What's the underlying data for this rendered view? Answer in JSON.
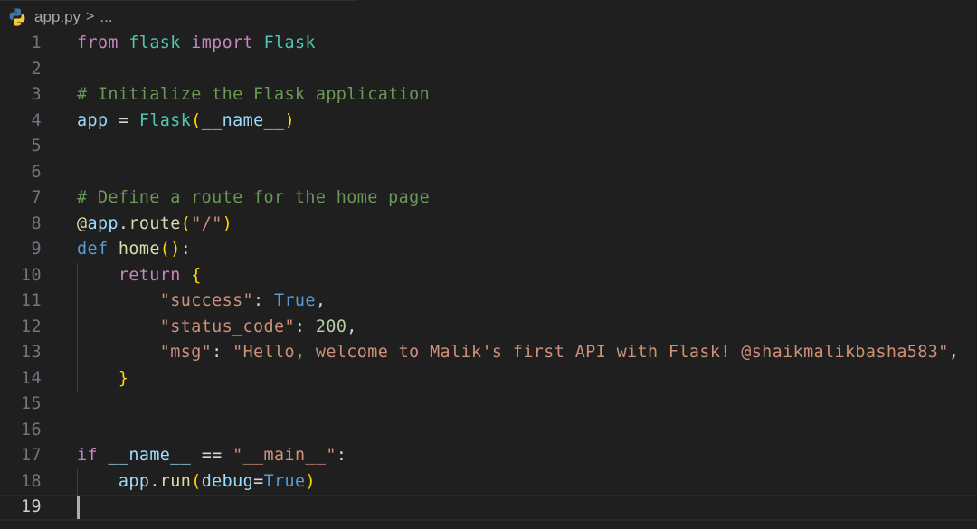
{
  "breadcrumb": {
    "file_icon": "python-icon",
    "filename": "app.py",
    "separator": ">",
    "more": "..."
  },
  "editor": {
    "current_line": 19,
    "lines": [
      {
        "n": "1",
        "tokens": [
          {
            "t": "from",
            "c": "kw-ctrl"
          },
          {
            "t": " ",
            "c": "op"
          },
          {
            "t": "flask",
            "c": "mod"
          },
          {
            "t": " ",
            "c": "op"
          },
          {
            "t": "import",
            "c": "kw-ctrl"
          },
          {
            "t": " ",
            "c": "op"
          },
          {
            "t": "Flask",
            "c": "cls"
          }
        ]
      },
      {
        "n": "2",
        "tokens": []
      },
      {
        "n": "3",
        "tokens": [
          {
            "t": "# Initialize the Flask application",
            "c": "cmt"
          }
        ]
      },
      {
        "n": "4",
        "tokens": [
          {
            "t": "app",
            "c": "var"
          },
          {
            "t": " = ",
            "c": "op"
          },
          {
            "t": "Flask",
            "c": "cls"
          },
          {
            "t": "(",
            "c": "br1"
          },
          {
            "t": "__name__",
            "c": "var"
          },
          {
            "t": ")",
            "c": "br1"
          }
        ]
      },
      {
        "n": "5",
        "tokens": []
      },
      {
        "n": "6",
        "tokens": []
      },
      {
        "n": "7",
        "tokens": [
          {
            "t": "# Define a route for the home page",
            "c": "cmt"
          }
        ]
      },
      {
        "n": "8",
        "tokens": [
          {
            "t": "@",
            "c": "dec"
          },
          {
            "t": "app",
            "c": "var"
          },
          {
            "t": ".",
            "c": "op"
          },
          {
            "t": "route",
            "c": "fn"
          },
          {
            "t": "(",
            "c": "br1"
          },
          {
            "t": "\"/\"",
            "c": "str"
          },
          {
            "t": ")",
            "c": "br1"
          }
        ]
      },
      {
        "n": "9",
        "tokens": [
          {
            "t": "def",
            "c": "kw"
          },
          {
            "t": " ",
            "c": "op"
          },
          {
            "t": "home",
            "c": "fn"
          },
          {
            "t": "()",
            "c": "br1"
          },
          {
            "t": ":",
            "c": "op"
          }
        ]
      },
      {
        "n": "10",
        "guides": [
          1
        ],
        "tokens": [
          {
            "t": "    ",
            "c": "op"
          },
          {
            "t": "return",
            "c": "kw-ctrl"
          },
          {
            "t": " ",
            "c": "op"
          },
          {
            "t": "{",
            "c": "br1"
          }
        ]
      },
      {
        "n": "11",
        "guides": [
          1,
          2
        ],
        "tokens": [
          {
            "t": "        ",
            "c": "op"
          },
          {
            "t": "\"success\"",
            "c": "str"
          },
          {
            "t": ": ",
            "c": "op"
          },
          {
            "t": "True",
            "c": "const"
          },
          {
            "t": ",",
            "c": "op"
          }
        ]
      },
      {
        "n": "12",
        "guides": [
          1,
          2
        ],
        "tokens": [
          {
            "t": "        ",
            "c": "op"
          },
          {
            "t": "\"status_code\"",
            "c": "str"
          },
          {
            "t": ": ",
            "c": "op"
          },
          {
            "t": "200",
            "c": "num"
          },
          {
            "t": ",",
            "c": "op"
          }
        ]
      },
      {
        "n": "13",
        "guides": [
          1,
          2
        ],
        "tokens": [
          {
            "t": "        ",
            "c": "op"
          },
          {
            "t": "\"msg\"",
            "c": "str"
          },
          {
            "t": ": ",
            "c": "op"
          },
          {
            "t": "\"Hello, welcome to Malik's first API with Flask! @shaikmalikbasha583\"",
            "c": "str"
          },
          {
            "t": ",",
            "c": "op"
          }
        ]
      },
      {
        "n": "14",
        "guides": [
          1
        ],
        "tokens": [
          {
            "t": "    ",
            "c": "op"
          },
          {
            "t": "}",
            "c": "br1"
          }
        ]
      },
      {
        "n": "15",
        "tokens": []
      },
      {
        "n": "16",
        "tokens": []
      },
      {
        "n": "17",
        "tokens": [
          {
            "t": "if",
            "c": "kw-ctrl"
          },
          {
            "t": " ",
            "c": "op"
          },
          {
            "t": "__name__",
            "c": "var"
          },
          {
            "t": " == ",
            "c": "op"
          },
          {
            "t": "\"__main__\"",
            "c": "str"
          },
          {
            "t": ":",
            "c": "op"
          }
        ]
      },
      {
        "n": "18",
        "guides": [
          1
        ],
        "tokens": [
          {
            "t": "    ",
            "c": "op"
          },
          {
            "t": "app",
            "c": "var"
          },
          {
            "t": ".",
            "c": "op"
          },
          {
            "t": "run",
            "c": "fn"
          },
          {
            "t": "(",
            "c": "br1"
          },
          {
            "t": "debug",
            "c": "var"
          },
          {
            "t": "=",
            "c": "op"
          },
          {
            "t": "True",
            "c": "const"
          },
          {
            "t": ")",
            "c": "br1"
          }
        ]
      },
      {
        "n": "19",
        "tokens": []
      }
    ]
  }
}
